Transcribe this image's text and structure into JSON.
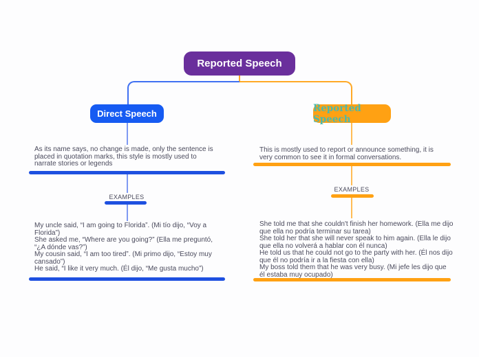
{
  "canvas": {
    "background": "#fdfdfe"
  },
  "root": {
    "label": "Reported Speech",
    "color": "#6A2F9C",
    "text_color": "#ffffff"
  },
  "left_branch": {
    "node_label": "Direct Speech",
    "node_color": "#165BF2",
    "node_text_color": "#ffffff",
    "bar_color": "#1E50E0",
    "line_color": "#7E99F2",
    "description": "As its name says, no change is made, only the sentence is placed in quotation marks, this style is mostly used to narrate stories or legends",
    "examples_label": "EXAMPLES",
    "examples": [
      "My uncle said, “I am going to Florida”. (Mi tío dijo, “Voy a Florida”)",
      "She asked me, “Where are you going?” (Ella me preguntó, “¿A dónde vas?”)",
      "My cousin said, “I am too tired”. (Mi primo dijo, “Estoy muy cansado”)",
      "He said, “I like it very much. (Él dijo, “Me gusta mucho”)"
    ]
  },
  "right_branch": {
    "node_label": "Reported Speech",
    "node_color": "#FFA113",
    "node_text_color": "#4FB8A8",
    "bar_color": "#FFA113",
    "line_color": "#FFBC55",
    "description": "This is mostly used to report or announce something, it is very common to see it in formal conversations.",
    "examples_label": "EXAMPLES",
    "examples": [
      "She told me that she couldn't finish her homework. (Ella me dijo que ella no podría terminar su tarea)",
      "She told her that she will never speak to him again. (Ella le dijo que ella no volverá a hablar con él nunca)",
      "He told us that he could not go to the party with her. (Él nos dijo que él no podría ir a la fiesta con ella)",
      "My boss told them that he was very busy. (Mi jefe les dijo que él estaba muy ocupado)"
    ]
  }
}
